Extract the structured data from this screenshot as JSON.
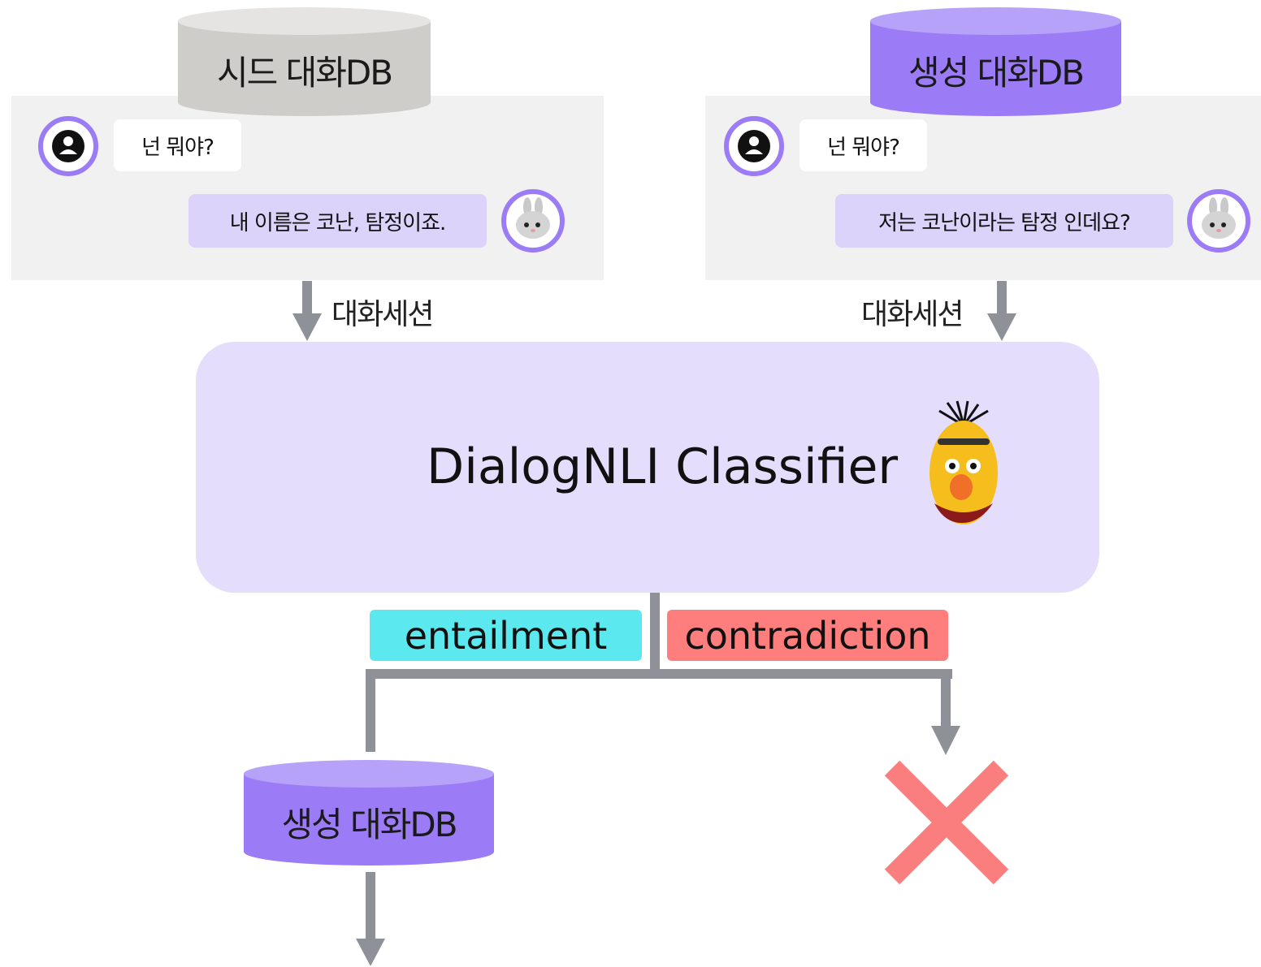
{
  "seed_db": {
    "label": "시드 대화DB",
    "color": "#cfcdca"
  },
  "gen_db_top": {
    "label": "생성 대화DB",
    "color": "#9b7cf6"
  },
  "gen_db_bottom": {
    "label": "생성 대화DB",
    "color": "#9b7cf6"
  },
  "left_dialog": {
    "user": "넌 뭐야?",
    "bot": "내 이름은 코난, 탐정이죠."
  },
  "right_dialog": {
    "user": "넌 뭐야?",
    "bot": "저는 코난이라는 탐정 인데요?"
  },
  "session_left": "대화세션",
  "session_right": "대화세션",
  "classifier": {
    "title": "DialogNLI Classifier",
    "color": "#e4defc"
  },
  "tags": {
    "entailment": {
      "label": "entailment",
      "color": "#5be9ef"
    },
    "contradiction": {
      "label": "contradiction",
      "color": "#fd7e7c"
    }
  },
  "arrow_color": "#8e9298",
  "reject_color": "#fb7e7e",
  "icons": [
    "user-icon",
    "bunny-icon",
    "muppet-icon",
    "x-mark-icon"
  ]
}
